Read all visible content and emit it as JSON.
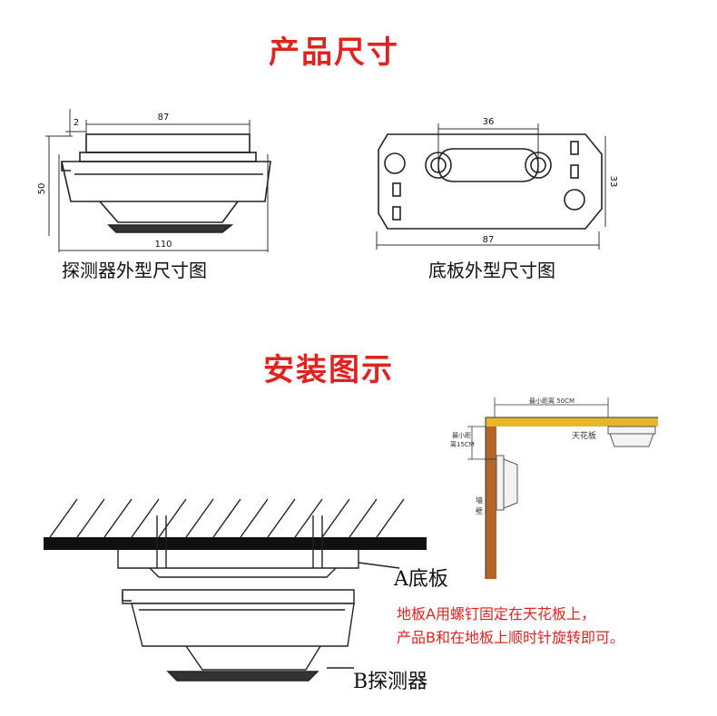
{
  "titles": {
    "product_size": "产品尺寸",
    "install_diagram": "安装图示"
  },
  "detector_drawing": {
    "caption": "探测器外型尺寸图",
    "dim_top_width": "87",
    "dim_step": "2",
    "dim_height": "50",
    "dim_bottom_width": "110"
  },
  "base_drawing": {
    "caption": "底板外型尺寸图",
    "dim_slot_spacing": "36",
    "dim_height": "33",
    "dim_width": "87"
  },
  "install": {
    "label_a": "A底板",
    "label_b": "B探测器",
    "note_line1": "地板A用螺钉固定在天花板上，",
    "note_line2": "产品B和在地板上顺时针旋转即可。"
  },
  "clearance": {
    "min_distance_ceiling": "最小距离 50CM",
    "ceiling_label": "天花板",
    "min_distance_wall_1": "最小距",
    "min_distance_wall_2": "离15CM",
    "wall_label_1": "墙",
    "wall_label_2": "壁"
  },
  "colors": {
    "accent_red": "#e0231e",
    "ceiling_yellow": "#e7b62a",
    "wall_brown": "#b5652a"
  }
}
